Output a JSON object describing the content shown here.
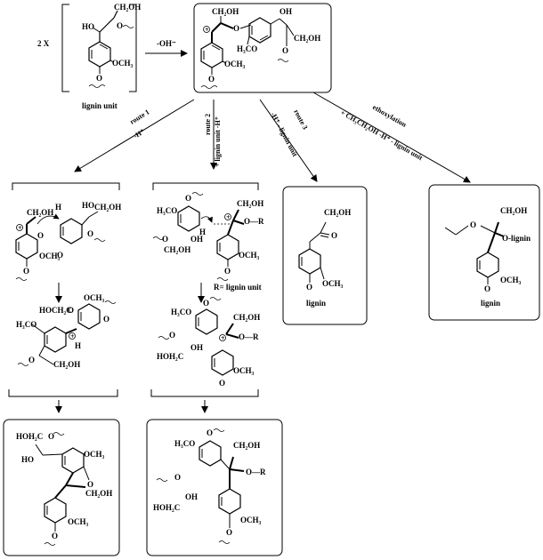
{
  "multiplier": "2 X",
  "lignin_unit_caption": "lignin unit",
  "step1_reagent": "-OH⁻",
  "routes": {
    "route1": {
      "name": "route 1",
      "reagent": "-H⁺"
    },
    "route2": {
      "name": "route 2",
      "reagent": "+ lignin unit -H⁺"
    },
    "route3": {
      "name": "route 3",
      "reagent": "-H⁺ - lignin unit"
    },
    "ethoxylation": {
      "name": "ethoxylation",
      "reagent": "+ CH₃CH₂OH -H⁺ - lignin unit"
    }
  },
  "groups": {
    "ch2oh": "CH₂OH",
    "ho": "HO",
    "och3": "OCH₃",
    "h3co": "H₃CO",
    "o": "O",
    "oh": "OH",
    "h": "H",
    "hoh2c": "HOH₂C",
    "hoch2c": "HOCH₂C",
    "or": "O—R",
    "o_lignin": "O-lignin",
    "lignin": "lignin",
    "r_def": "R= lignin unit",
    "ketone": "CH₂OH",
    "oxo": "O"
  }
}
